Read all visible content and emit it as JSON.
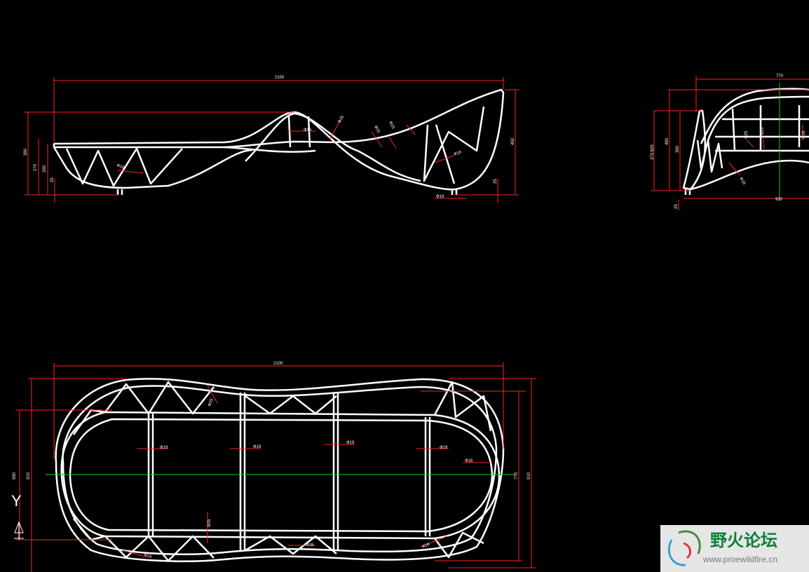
{
  "colors": {
    "background": "#000000",
    "frame": "#ffffff",
    "dimension": "#ff2020",
    "centerline": "#22cc22",
    "watermark_text": "#0c7f3a"
  },
  "front_view": {
    "overall_length": "2100",
    "heights": [
      "390",
      "270",
      "250",
      "25"
    ],
    "right_heights": [
      "450",
      "25"
    ],
    "tube_labels": [
      "Ф25",
      "Ф16",
      "Ф25",
      "Ф25",
      "Ф16",
      "Ф16",
      "Ф19"
    ]
  },
  "side_view": {
    "width_top": "770",
    "width_bottom": "910",
    "heights": [
      "370.625",
      "450",
      "390",
      "25"
    ],
    "tube_labels": [
      "Ф25",
      "Ф25",
      "Ф16",
      "Ф16"
    ]
  },
  "plan_view": {
    "overall_length": "2100",
    "left_widths": [
      "590",
      "910"
    ],
    "right_widths": [
      "770",
      "910"
    ],
    "tube_labels": [
      "Ф25",
      "Ф19",
      "Ф19",
      "Ф19",
      "Ф19",
      "Ф16",
      "Ф25",
      "Ф16",
      "Ф16",
      "Ф16"
    ]
  },
  "ucs_icon": {
    "label": "Y"
  },
  "watermark": {
    "title": "野火论坛",
    "url": "www.proewildfire.cn"
  }
}
